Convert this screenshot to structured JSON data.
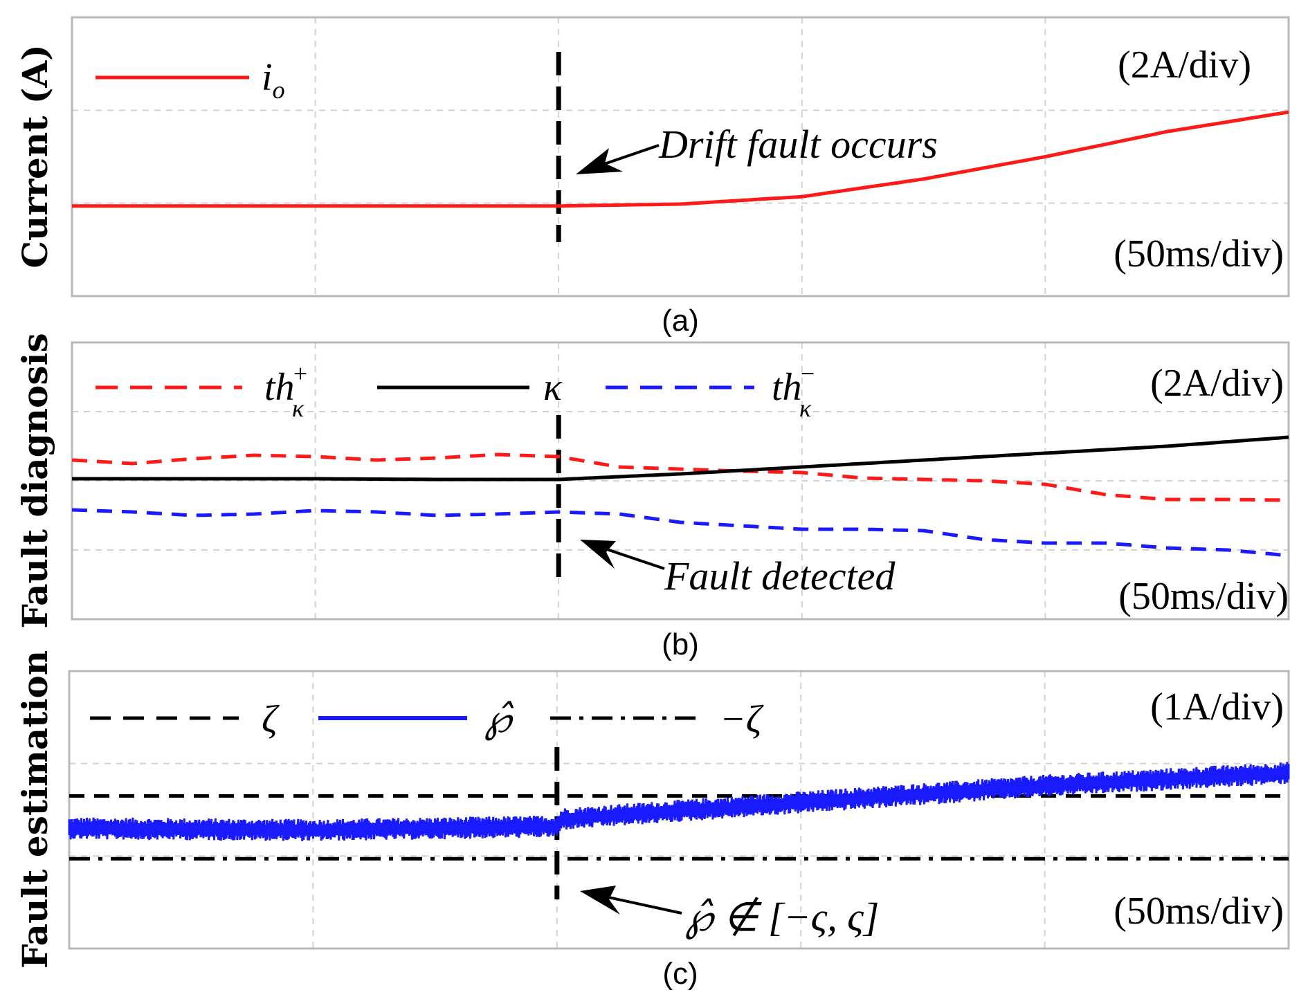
{
  "colors": {
    "red": "#ff1a1a",
    "blue": "#1a1aff",
    "black": "#000000",
    "grid": "#d2d2d2"
  },
  "chart_data": [
    {
      "type": "line",
      "panel_label": "(a)",
      "ylabel": "Current (A)",
      "scale_y": "(2A/div)",
      "scale_x": "(50ms/div)",
      "grid": true,
      "legend_position": "top-left",
      "divisions": {
        "x": 5,
        "y": 3
      },
      "ylim": [
        0,
        3
      ],
      "xlim": [
        0,
        5
      ],
      "event_x": 2,
      "annotation": "Drift fault occurs",
      "series": [
        {
          "name": "i_o",
          "legend_label": "i",
          "legend_sub": "o",
          "color": "#ff1a1a",
          "style": "solid",
          "x": [
            0,
            0.5,
            1,
            1.5,
            2,
            2.5,
            3,
            3.5,
            4,
            4.5,
            5
          ],
          "y": [
            0.97,
            0.97,
            0.97,
            0.97,
            0.97,
            0.99,
            1.07,
            1.26,
            1.5,
            1.77,
            1.98
          ]
        }
      ]
    },
    {
      "type": "line",
      "panel_label": "(b)",
      "ylabel": "Fault diagnosis",
      "scale_y": "(2A/div)",
      "scale_x": "(50ms/div)",
      "grid": true,
      "legend_position": "top",
      "divisions": {
        "x": 5,
        "y": 4
      },
      "ylim": [
        0,
        4
      ],
      "xlim": [
        0,
        5
      ],
      "event_x": 2,
      "annotation": "Fault detected",
      "series": [
        {
          "name": "th_κ^+",
          "legend_label": "th",
          "legend_sub": "κ",
          "legend_sup": "+",
          "color": "#ff1a1a",
          "style": "dashed",
          "x": [
            0,
            0.25,
            0.5,
            0.75,
            1,
            1.25,
            1.5,
            1.75,
            2,
            2.25,
            2.5,
            2.75,
            3,
            3.25,
            3.5,
            3.75,
            4,
            4.25,
            4.5,
            4.75,
            5
          ],
          "y": [
            2.3,
            2.25,
            2.32,
            2.37,
            2.35,
            2.3,
            2.33,
            2.38,
            2.35,
            2.2,
            2.17,
            2.14,
            2.12,
            2.04,
            2.02,
            2.0,
            1.95,
            1.8,
            1.73,
            1.73,
            1.72
          ]
        },
        {
          "name": "κ",
          "legend_label": "κ",
          "color": "#000000",
          "style": "solid",
          "x": [
            0,
            0.5,
            1,
            1.5,
            2,
            2.5,
            3,
            3.5,
            4,
            4.5,
            5
          ],
          "y": [
            2.03,
            2.03,
            2.03,
            2.02,
            2.02,
            2.1,
            2.2,
            2.3,
            2.4,
            2.5,
            2.63
          ]
        },
        {
          "name": "th_κ^-",
          "legend_label": "th",
          "legend_sub": "κ",
          "legend_sup": "−",
          "color": "#1a1aff",
          "style": "dashed",
          "x": [
            0,
            0.25,
            0.5,
            0.75,
            1,
            1.25,
            1.5,
            1.75,
            2,
            2.25,
            2.5,
            2.75,
            3,
            3.25,
            3.5,
            3.75,
            4,
            4.25,
            4.5,
            4.75,
            5
          ],
          "y": [
            1.58,
            1.55,
            1.5,
            1.52,
            1.57,
            1.55,
            1.5,
            1.52,
            1.55,
            1.52,
            1.4,
            1.35,
            1.3,
            1.3,
            1.28,
            1.15,
            1.1,
            1.1,
            1.03,
            1.0,
            0.92
          ]
        }
      ]
    },
    {
      "type": "line",
      "panel_label": "(c)",
      "ylabel": "Fault estimation",
      "scale_y": "(1A/div)",
      "scale_x": "(50ms/div)",
      "grid": true,
      "legend_position": "top",
      "divisions": {
        "x": 5,
        "y": 3
      },
      "ylim": [
        0,
        3
      ],
      "xlim": [
        0,
        5
      ],
      "event_x": 2,
      "annotation": "℘̂ ∉ [−ς, ς]",
      "series": [
        {
          "name": "ζ",
          "legend_label": "ζ",
          "color": "#000000",
          "style": "dashed",
          "x": [
            0,
            5
          ],
          "y": [
            1.65,
            1.65
          ]
        },
        {
          "name": "℘̂",
          "legend_label": "℘̂",
          "color": "#1a1aff",
          "style": "noisy",
          "noise_amplitude": 0.12,
          "x": [
            0,
            1,
            2,
            2.02,
            3,
            4,
            5
          ],
          "y": [
            1.3,
            1.28,
            1.32,
            1.4,
            1.58,
            1.76,
            1.9
          ]
        },
        {
          "name": "−ζ",
          "legend_label": "−ζ",
          "color": "#000000",
          "style": "dashdot",
          "x": [
            0,
            5
          ],
          "y": [
            0.97,
            0.97
          ]
        }
      ]
    }
  ]
}
